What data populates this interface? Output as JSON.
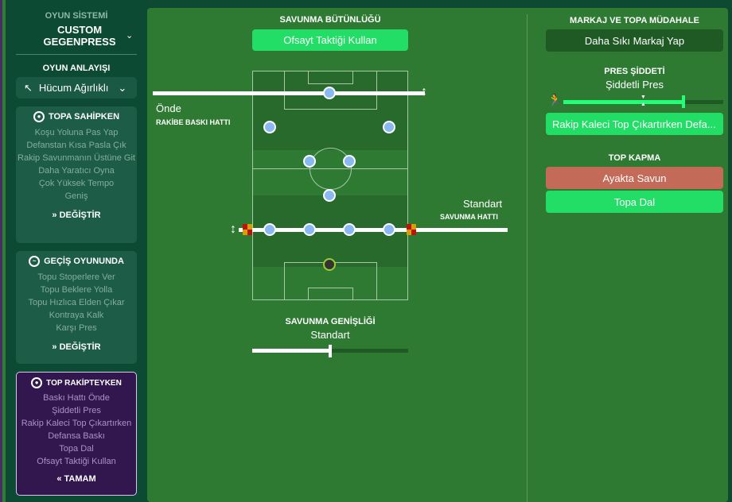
{
  "sidebar": {
    "system_label": "OYUN SİSTEMİ",
    "system_value": "CUSTOM GEGENPRESS",
    "mentality_label": "OYUN ANLAYIŞI",
    "mentality_value": "Hücum Ağırlıklı",
    "in_possession": {
      "title": "TOPA SAHİPKEN",
      "items": [
        "Koşu Yoluna Pas Yap",
        "Defanstan Kısa Pasla Çık",
        "Rakip Savunmanın Üstüne Git",
        "Daha Yaratıcı Oyna",
        "Çok Yüksek Tempo",
        "Geniş"
      ],
      "action": "DEĞİŞTİR"
    },
    "transition": {
      "title": "GEÇİŞ OYUNUNDA",
      "items": [
        "Topu Stoperlere Ver",
        "Topu Beklere Yolla",
        "Topu Hızlıca Elden Çıkar",
        "Kontraya Kalk",
        "Karşı Pres"
      ],
      "action": "DEĞİŞTİR"
    },
    "out_of_possession": {
      "title": "TOP RAKİPTEYKEN",
      "items": [
        "Baskı Hattı Önde",
        "Şiddetli Pres",
        "Rakip Kaleci Top Çıkartırken",
        "Defansa Baskı",
        "Topa Dal",
        "Ofsayt Taktiği Kullan"
      ],
      "action": "TAMAM"
    }
  },
  "center": {
    "compact_title": "SAVUNMA BÜTÜNLÜĞÜ",
    "offside_button": "Ofsayt Taktiği Kullan",
    "lob_value": "Önde",
    "lob_label": "RAKİBE BASKI HATTI",
    "dl_value": "Standart",
    "dl_label": "SAVUNMA HATTI",
    "width_title": "SAVUNMA GENİŞLİĞİ",
    "width_value": "Standart",
    "width_level": 0.5
  },
  "right": {
    "marking_title": "MARKAJ VE TOPA MÜDAHALE",
    "marking_button": "Daha Sıkı Markaj Yap",
    "press_title": "PRES ŞİDDETİ",
    "press_value": "Şiddetli Pres",
    "press_level": 0.75,
    "gk_button": "Rakip Kaleci Top Çıkartırken Defa...",
    "tackle_title": "TOP KAPMA",
    "tackle_options": [
      "Ayakta Savun",
      "Topa Dal"
    ]
  },
  "colors": {
    "accent": "#22dd66",
    "selected_red": "#c46a58"
  }
}
